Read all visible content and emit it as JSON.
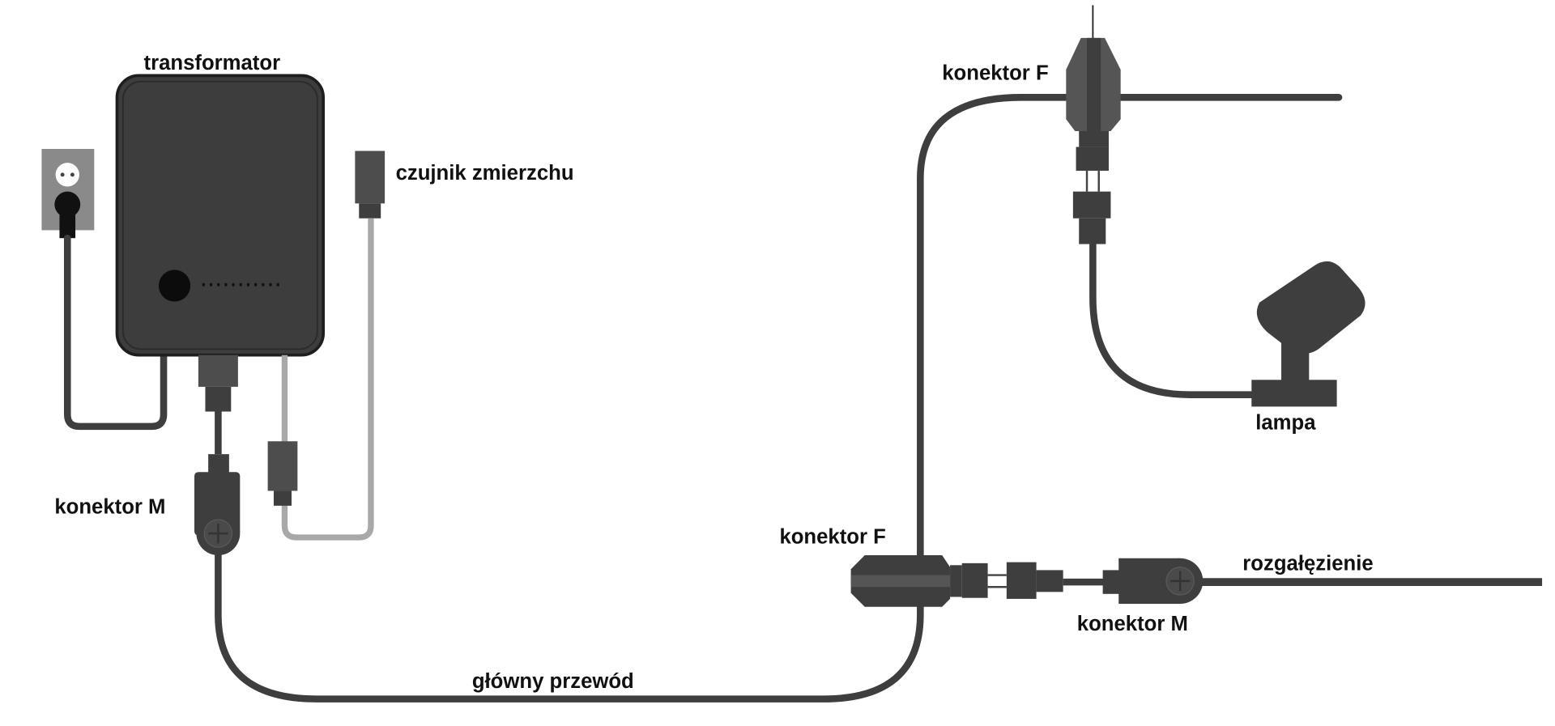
{
  "labels": {
    "transformer": "transformator",
    "dusk_sensor": "czujnik zmierzchu",
    "connector_m_left": "konektor M",
    "main_cable": "główny przewód",
    "connector_f_bottom": "konektor F",
    "connector_m_right": "konektor M",
    "branch": "rozgałęzienie",
    "connector_f_top": "konektor F",
    "lamp": "lampa"
  },
  "colors": {
    "cable": "#3e3e3e",
    "sensor_cable": "#a8a8a8",
    "outlet": "#8a8a8a"
  }
}
